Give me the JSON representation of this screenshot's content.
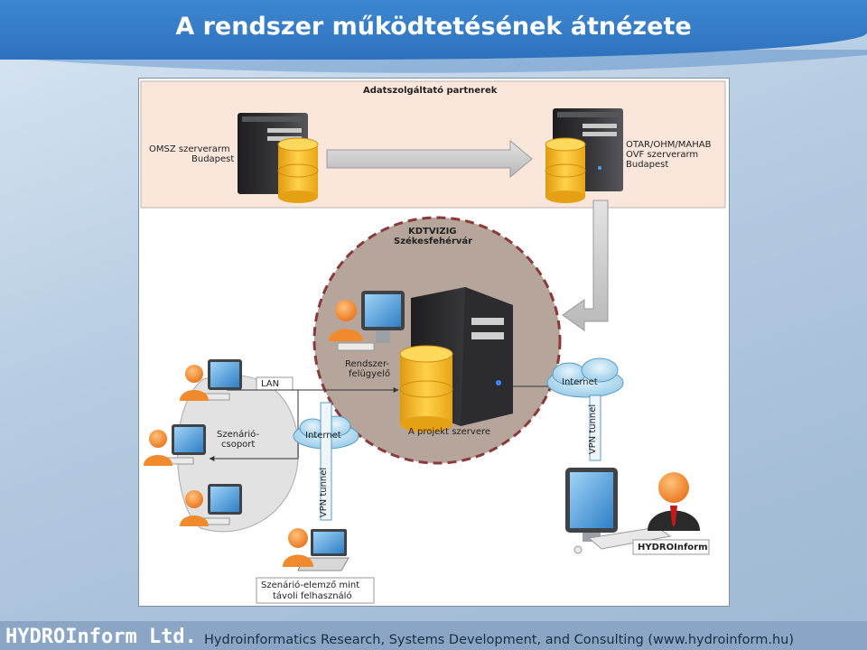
{
  "slide": {
    "title": "A rendszer működtetésének átnézete"
  },
  "diagram": {
    "partners_title": "Adatszolgáltató partnerek",
    "omsz_line1": "OMSZ szerverarm",
    "omsz_line2": "Budapest",
    "otar_line1": "OTAR/OHM/MAHAB",
    "otar_line2": "OVF szerverarm",
    "otar_line3": "Budapest",
    "kdtvizig_line1": "KDTVIZIG",
    "kdtvizig_line2": "Székesfehérvár",
    "admin_line1": "Rendszer-",
    "admin_line2": "felügyelő",
    "project_server": "A projekt szervere",
    "lan": "LAN",
    "internet_left": "Internet",
    "internet_right": "Internet",
    "vpn_left": "VPN tunnel",
    "vpn_right": "VPN tunnel",
    "scenario_group_line1": "Szenárió-",
    "scenario_group_line2": "csoport",
    "remote_line1": "Szenárió-elemző mint",
    "remote_line2": "távoli felhasználó",
    "hydroinform_box": "HYDROInform"
  },
  "footer": {
    "brand": "HYDROInform Ltd.",
    "tagline": "Hydroinformatics Research, Systems Development, and Consulting (www.hydroinform.hu)"
  },
  "colors": {
    "title_band": "#2f72bd",
    "partners_bg": "#fbe6dc",
    "kdtvizig_circle": "#b5a59b",
    "kdtvizig_border": "#8a3a3a",
    "database": "#f2b21a",
    "footer_bg": "#8aa6c4"
  }
}
